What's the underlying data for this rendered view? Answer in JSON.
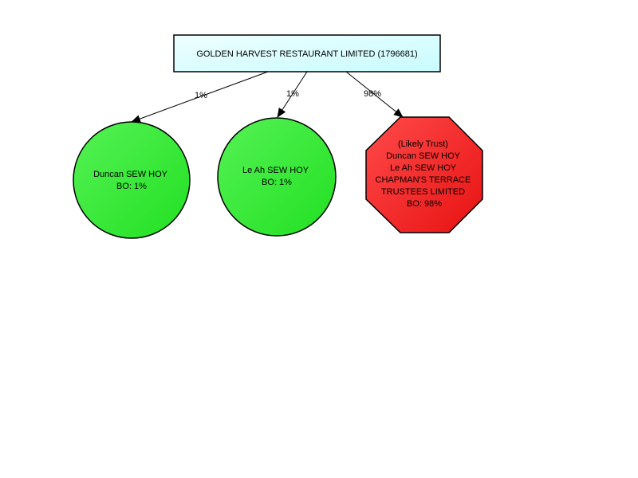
{
  "diagram": {
    "root": {
      "label": "GOLDEN HARVEST RESTAURANT LIMITED (1796681)"
    },
    "edges": [
      {
        "label": "1%"
      },
      {
        "label": "1%"
      },
      {
        "label": "98%"
      }
    ],
    "children": [
      {
        "shape": "circle",
        "lines": [
          "Duncan SEW HOY",
          "BO: 1%"
        ]
      },
      {
        "shape": "circle",
        "lines": [
          "Le Ah SEW HOY",
          "BO: 1%"
        ]
      },
      {
        "shape": "octagon",
        "lines": [
          "(Likely Trust)",
          "Duncan SEW HOY",
          "Le Ah SEW HOY",
          "CHAPMAN'S TERRACE",
          "TRUSTEES LIMITED",
          "BO: 98%"
        ]
      }
    ]
  },
  "colors": {
    "root_fill": "#c8fcff",
    "root_fill_light": "#eefeff",
    "root_border": "#000000",
    "person_fill": "#22e022",
    "person_fill_light": "#55f255",
    "trust_fill": "#e81212",
    "trust_fill_light": "#ff4a4a",
    "edge_color": "#000000"
  }
}
